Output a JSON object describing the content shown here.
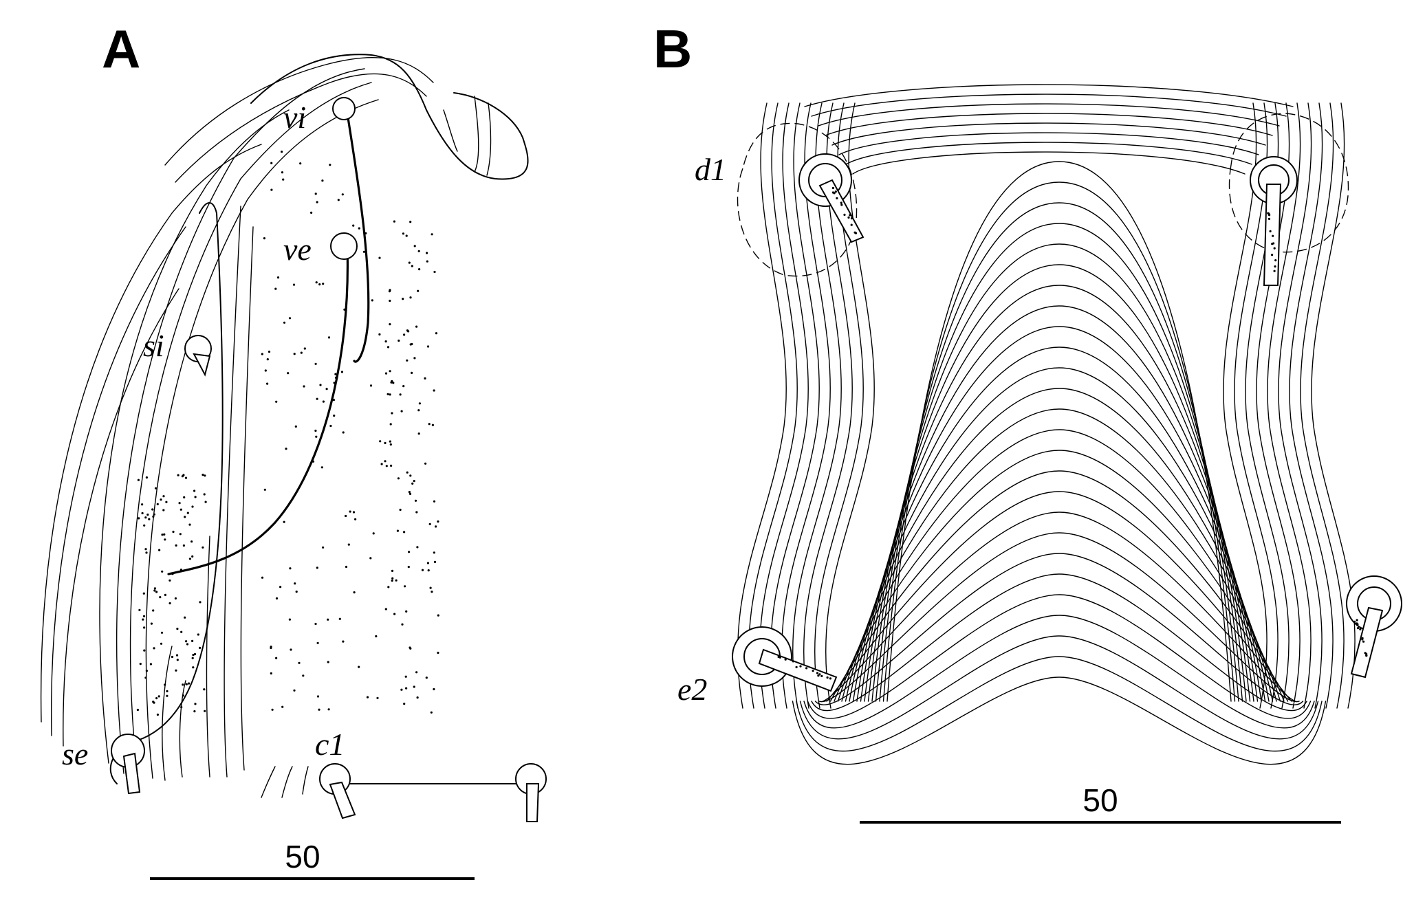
{
  "panels": {
    "a": {
      "letter": "A",
      "scale_label": "50",
      "setae": {
        "vi": "vi",
        "ve": "ve",
        "si": "si",
        "se": "se",
        "c1": "c1"
      }
    },
    "b": {
      "letter": "B",
      "scale_label": "50",
      "setae": {
        "d1": "d1",
        "e2": "e2"
      }
    }
  },
  "colors": {
    "ink": "#000000",
    "paper": "#ffffff"
  }
}
